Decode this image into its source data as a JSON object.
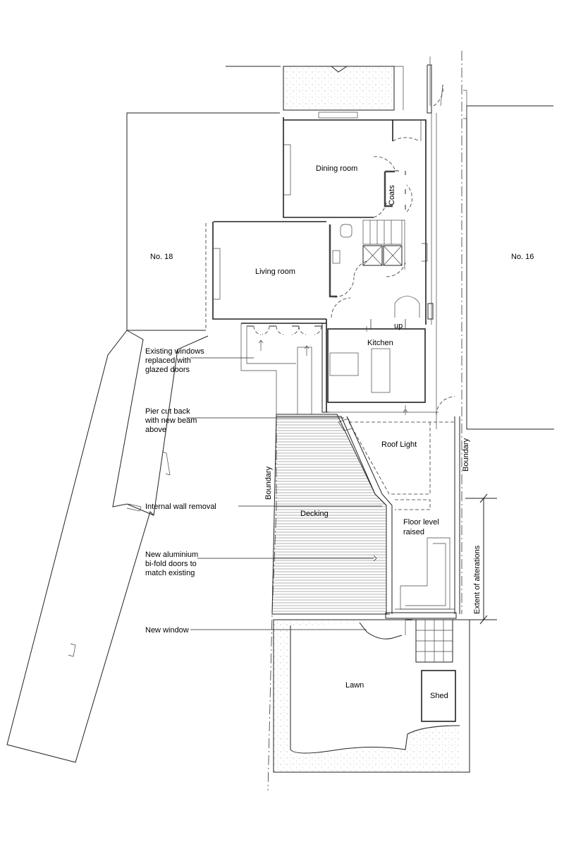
{
  "rooms": {
    "dining": "Dining room",
    "coats": "Coats",
    "living": "Living room",
    "kitchen": "Kitchen",
    "roof_light": "Roof Light",
    "decking": "Decking",
    "floor_level": [
      "Floor level",
      "raised"
    ],
    "lawn": "Lawn",
    "shed": "Shed",
    "up": "up"
  },
  "neighbours": {
    "left": "No. 18",
    "right": "No. 16"
  },
  "boundaries": {
    "left": "Boundary",
    "right": "Boundary"
  },
  "dimension": {
    "label": "Extent of alterations"
  },
  "annotations": [
    {
      "lines": [
        "Existing windows",
        "replaced with",
        "glazed doors"
      ]
    },
    {
      "lines": [
        "Pier cut back",
        "with new beam",
        "above"
      ]
    },
    {
      "lines": [
        "Internal wall removal"
      ]
    },
    {
      "lines": [
        "New aluminium",
        "bi-fold doors to",
        "match existing"
      ]
    },
    {
      "lines": [
        "New window"
      ]
    }
  ]
}
